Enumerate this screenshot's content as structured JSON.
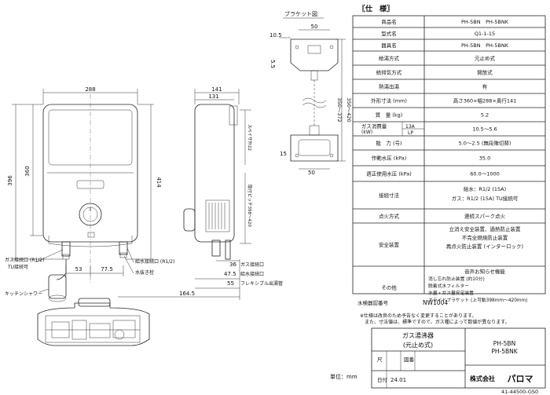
{
  "drawing": {
    "bracket_title": "ブラケット図",
    "front": {
      "width": "288",
      "h_body": "360",
      "h_total": "396",
      "h_right": "414",
      "d53": "53",
      "d77": "77.5"
    },
    "side": {
      "d141": "141",
      "d131": "131",
      "hole_c": "スペイサ外22",
      "hole_range": "取付ピッチ398〜420",
      "range_350": "350〜372",
      "d36": "36",
      "d47": "47.5",
      "d55": "55",
      "d164": "164.5"
    },
    "bracket": {
      "d50_top": "50",
      "d105": "10.5",
      "d55": "5.5",
      "d50_bot": "50",
      "d15": "15",
      "range": "350〜372",
      "range2": "350〜420"
    },
    "labels": {
      "gas_in": "ガス接続口 (R1/2)",
      "tu": "TU接続可",
      "water_in": "給水接続口 (R1/2)",
      "drain": "水抜き栓",
      "gas_conn": "ガス接続口",
      "water_conn": "給水接続口",
      "flexible": "フレキシブル出湯管",
      "kitchen_shower": "キッチンシャワー"
    }
  },
  "spec": {
    "title": "〖仕　様〗",
    "rows": [
      {
        "label": "商品名",
        "value": "PH-5BN　PH-5BNK"
      },
      {
        "label": "型式名",
        "value": "Q1-1-15"
      },
      {
        "label": "器具名",
        "value": "PH-5BN　PH-5BNK"
      },
      {
        "label": "給湯方式",
        "value": "元止め式"
      },
      {
        "label": "給排気方式",
        "value": "開放式"
      },
      {
        "label": "熱湯出湯",
        "value": "有"
      },
      {
        "label": "外形寸法 (mm)",
        "value": "高さ360×幅288×奥行141"
      },
      {
        "label": "質　量 (kg)",
        "value": "5.2"
      },
      {
        "label": "ガス消費量",
        "value": "10.5〜5.6"
      },
      {
        "label": "能　力 (号)",
        "value": "5.0〜2.5 (無段階切替)"
      },
      {
        "label": "作動水圧 (kPa)",
        "value": "35.0"
      },
      {
        "label": "適正使用水圧 (kPa)",
        "value": "60.0〜1000"
      },
      {
        "label": "接続寸法",
        "value": "給水：R1/2 (15A)"
      },
      {
        "label": "点火方式",
        "value": "連続スパーク点火"
      },
      {
        "label": "安全装置",
        "value": "立消え安全装置、過熱防止装置"
      },
      {
        "label": "その他",
        "value": "音声お知らせ機能"
      }
    ],
    "gas_units": {
      "kw": "(kW)",
      "a13": "13A",
      "lp": "LP"
    },
    "connect_extra": "ガス：R1/2 (15A) TU接続可",
    "safety_extra": [
      "不完全燃焼防止装置",
      "再点火防止装置 (インターロック)"
    ],
    "other_extra": [
      "消し忘れ防止装置 (約10分)",
      "脱着式水フィルター",
      "水量・ガス量安定装置",
      "スライドブラケット (上可動398mm〜420mm)"
    ],
    "approval_label": "水検器認番号",
    "approval_value": "NW1004",
    "notes": [
      "※仕様は改良のため予告なく変更することがあります。",
      "　また、寸法値は、標準ですので、ガス種によって数値が異なります。"
    ]
  },
  "titleblock": {
    "name1": "ガス湯沸器",
    "name2": "(元止め式)",
    "models": [
      "PH-5BN",
      "PH-5BNK"
    ],
    "scale_label": "尺",
    "scale_value": "",
    "drawn_label": "図番",
    "date_label": "日付",
    "date_value": "24.01",
    "company": "株式会社",
    "brand": "パロマ",
    "unit": "単位：mm",
    "doc_no": "41-44500-GS0"
  }
}
